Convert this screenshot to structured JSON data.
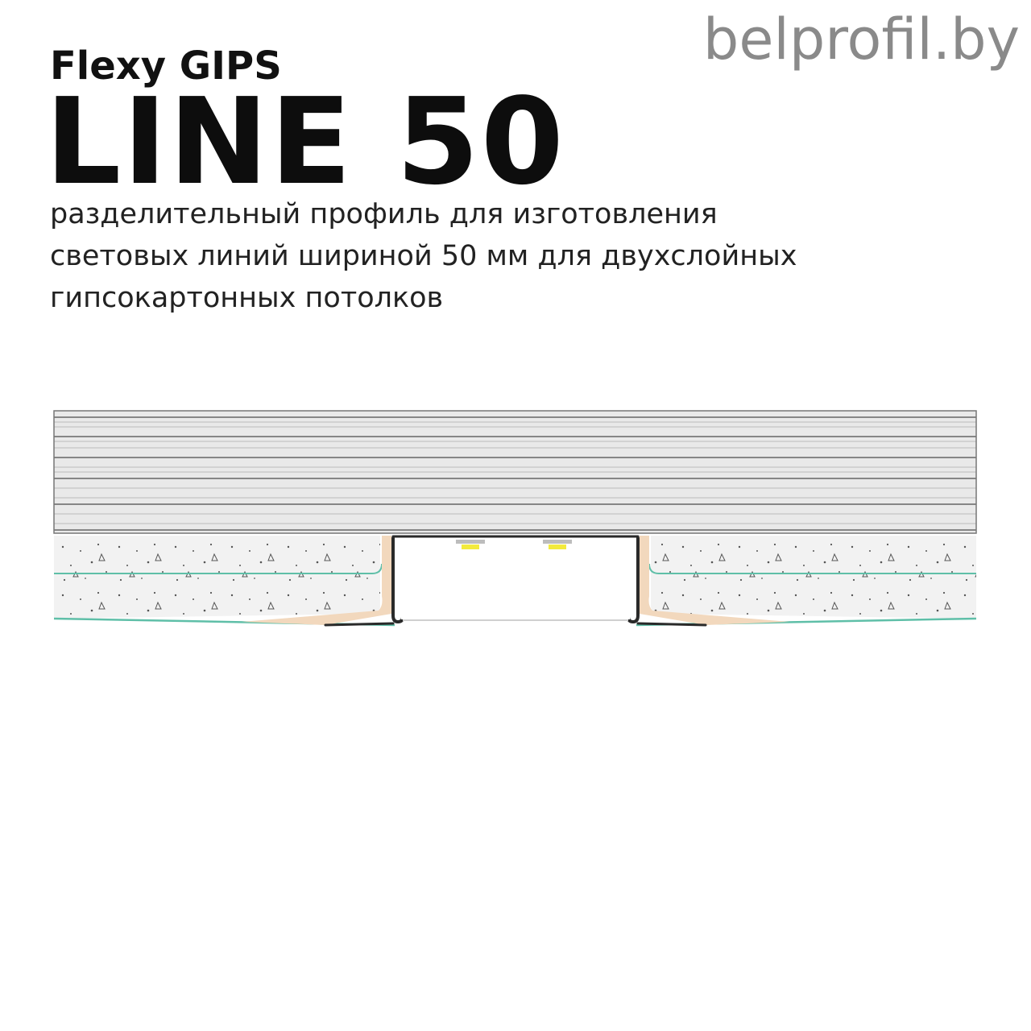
{
  "watermark": "belprofil.by",
  "header": {
    "brand": "Flexy GIPS",
    "title": "LINE 50",
    "description": [
      "разделительный профиль для изготовления",
      "световых линий шириной 50 мм для двухслойных",
      "гипсокартонных потолков"
    ]
  },
  "colors": {
    "text": "#111111",
    "watermark": "#8a8a8a",
    "gypsum_fill": "#f2f2f2",
    "gypsum_line": "#5fbfa8",
    "filler": "#f2d8bd",
    "profile": "#2a2a2a",
    "led": "#f3ea3d",
    "board_stripe": "#e6e6e6",
    "board_line": "#777777"
  }
}
